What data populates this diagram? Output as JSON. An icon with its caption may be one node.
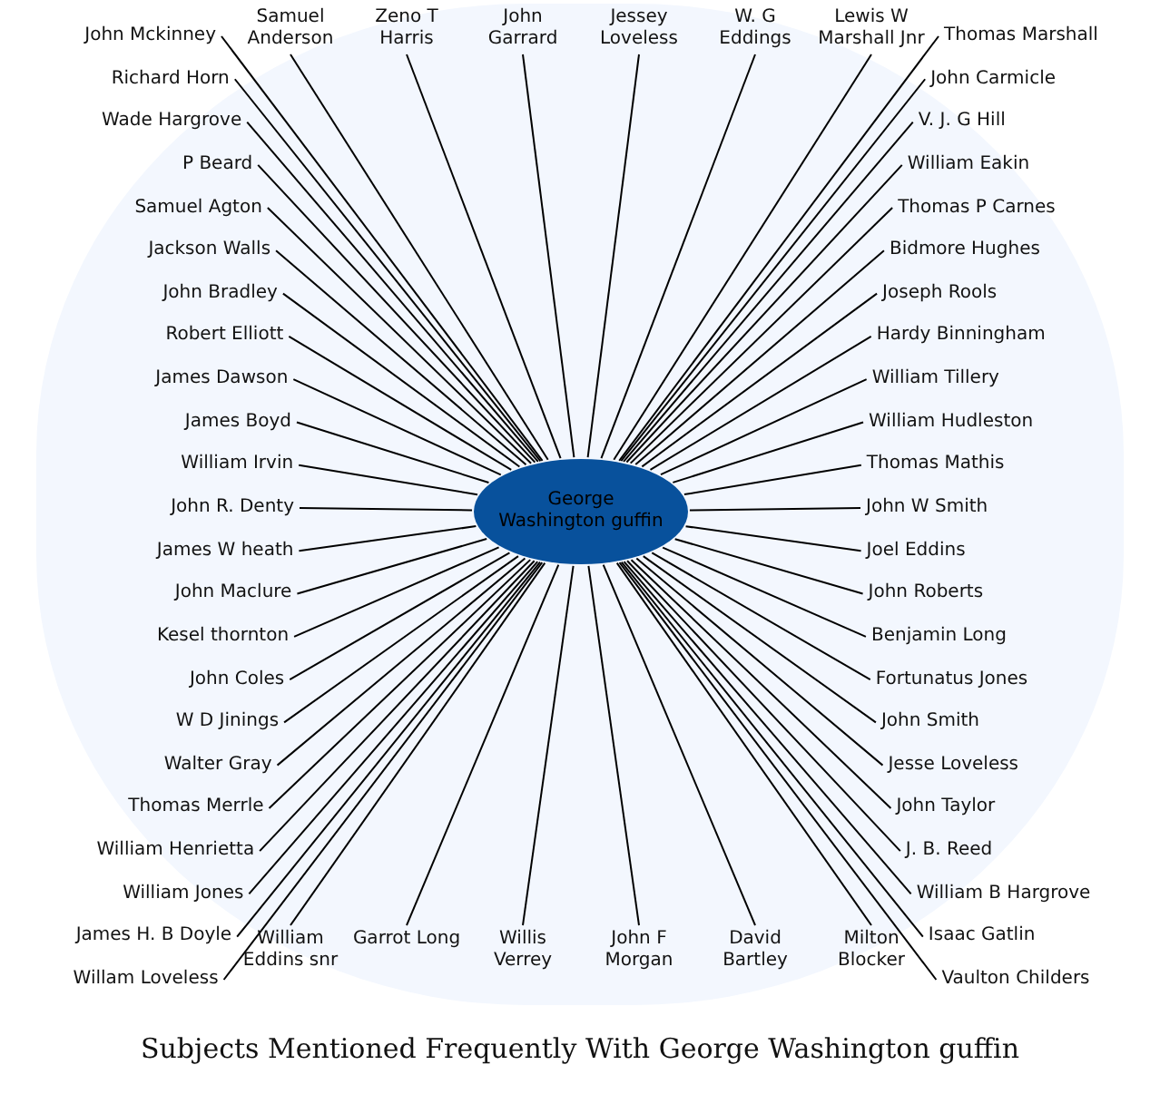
{
  "diagram": {
    "title": "Subjects Mentioned Frequently With George Washington guffin",
    "nodes": [
      {
        "text": [
          "George Washington guffin"
        ]
      },
      {
        "text": [
          "Samuel Anderson"
        ]
      },
      {
        "text": [
          "Zeno T Harris"
        ]
      },
      {
        "text": [
          "John Garrard"
        ]
      },
      {
        "text": [
          "Jessey Loveless"
        ]
      },
      {
        "text": [
          "W. G Eddings"
        ]
      },
      {
        "text": [
          "Lewis W Marshall Jnr"
        ]
      },
      {
        "text": [
          "Thomas Marshall"
        ]
      },
      {
        "text": [
          "John Carmicle"
        ]
      },
      {
        "text": [
          "V. J. G Hill"
        ]
      },
      {
        "text": [
          "William Eakin"
        ]
      },
      {
        "text": [
          "Thomas P Carnes"
        ]
      },
      {
        "text": [
          "Bidmore Hughes"
        ]
      },
      {
        "text": [
          "Joseph Rools"
        ]
      },
      {
        "text": [
          "Hardy Binningham"
        ]
      },
      {
        "text": [
          "William Tillery"
        ]
      },
      {
        "text": [
          "William Hudleston"
        ]
      },
      {
        "text": [
          "Thomas Mathis"
        ]
      },
      {
        "text": [
          "John W Smith"
        ]
      },
      {
        "text": [
          "Joel Eddins"
        ]
      },
      {
        "text": [
          "John Roberts"
        ]
      },
      {
        "text": [
          "Benjamin Long"
        ]
      },
      {
        "text": [
          "Fortunatus Jones"
        ]
      },
      {
        "text": [
          "John Smith"
        ]
      },
      {
        "text": [
          "Jesse Loveless"
        ]
      },
      {
        "text": [
          "John Taylor"
        ]
      },
      {
        "text": [
          "J. B. Reed"
        ]
      },
      {
        "text": [
          "William B Hargrove"
        ]
      },
      {
        "text": [
          "Isaac Gatlin"
        ]
      },
      {
        "text": [
          "Vaulton Childers"
        ]
      },
      {
        "text": [
          "Milton Blocker"
        ]
      },
      {
        "text": [
          "David Bartley"
        ]
      },
      {
        "text": [
          "John F Morgan"
        ]
      },
      {
        "text": [
          "Willis Verrey"
        ]
      },
      {
        "text": [
          "Garrot Long"
        ]
      },
      {
        "text": [
          "William Eddins snr"
        ]
      },
      {
        "text": [
          "Willam Loveless"
        ]
      },
      {
        "text": [
          "James H. B Doyle"
        ]
      },
      {
        "text": [
          "William Jones"
        ]
      },
      {
        "text": [
          "William Henrietta"
        ]
      },
      {
        "text": [
          "Thomas Merrle"
        ]
      },
      {
        "text": [
          "Walter Gray"
        ]
      },
      {
        "text": [
          "W D Jinings"
        ]
      },
      {
        "text": [
          "John Coles"
        ]
      },
      {
        "text": [
          "Kesel thornton"
        ]
      },
      {
        "text": [
          "John Maclure"
        ]
      },
      {
        "text": [
          "James W heath"
        ]
      },
      {
        "text": [
          "John R. Denty"
        ]
      },
      {
        "text": [
          "William Irvin"
        ]
      },
      {
        "text": [
          "James Boyd"
        ]
      },
      {
        "text": [
          "James Dawson"
        ]
      },
      {
        "text": [
          "Robert Elliott"
        ]
      },
      {
        "text": [
          "John Bradley"
        ]
      },
      {
        "text": [
          "Jackson Walls"
        ]
      },
      {
        "text": [
          "Samuel Agton"
        ]
      },
      {
        "text": [
          "P Beard"
        ]
      },
      {
        "text": [
          "Wade Hargrove"
        ]
      },
      {
        "text": [
          "Richard Horn"
        ]
      },
      {
        "text": [
          "John Mckinney"
        ]
      }
    ],
    "edges": [
      {
        "from": 0,
        "to": 1,
        "arrow": "none"
      },
      {
        "from": 0,
        "to": 2,
        "arrow": "none"
      },
      {
        "from": 0,
        "to": 3,
        "arrow": "none"
      },
      {
        "from": 0,
        "to": 4,
        "arrow": "none"
      },
      {
        "from": 0,
        "to": 5,
        "arrow": "none"
      },
      {
        "from": 0,
        "to": 6,
        "arrow": "none"
      },
      {
        "from": 0,
        "to": 7,
        "arrow": "none"
      },
      {
        "from": 0,
        "to": 8,
        "arrow": "none"
      },
      {
        "from": 0,
        "to": 9,
        "arrow": "none"
      },
      {
        "from": 0,
        "to": 10,
        "arrow": "none"
      },
      {
        "from": 0,
        "to": 11,
        "arrow": "none"
      },
      {
        "from": 0,
        "to": 12,
        "arrow": "none"
      },
      {
        "from": 0,
        "to": 13,
        "arrow": "none"
      },
      {
        "from": 0,
        "to": 14,
        "arrow": "none"
      },
      {
        "from": 0,
        "to": 15,
        "arrow": "none"
      },
      {
        "from": 0,
        "to": 16,
        "arrow": "none"
      },
      {
        "from": 0,
        "to": 17,
        "arrow": "none"
      },
      {
        "from": 0,
        "to": 18,
        "arrow": "none"
      },
      {
        "from": 0,
        "to": 19,
        "arrow": "none"
      },
      {
        "from": 0,
        "to": 20,
        "arrow": "none"
      },
      {
        "from": 0,
        "to": 21,
        "arrow": "none"
      },
      {
        "from": 0,
        "to": 22,
        "arrow": "none"
      },
      {
        "from": 0,
        "to": 23,
        "arrow": "none"
      },
      {
        "from": 0,
        "to": 24,
        "arrow": "none"
      },
      {
        "from": 0,
        "to": 25,
        "arrow": "none"
      },
      {
        "from": 0,
        "to": 26,
        "arrow": "none"
      },
      {
        "from": 0,
        "to": 27,
        "arrow": "none"
      },
      {
        "from": 0,
        "to": 28,
        "arrow": "none"
      },
      {
        "from": 0,
        "to": 29,
        "arrow": "none"
      },
      {
        "from": 0,
        "to": 30,
        "arrow": "none"
      },
      {
        "from": 0,
        "to": 31,
        "arrow": "none"
      },
      {
        "from": 0,
        "to": 32,
        "arrow": "none"
      },
      {
        "from": 0,
        "to": 33,
        "arrow": "none"
      },
      {
        "from": 0,
        "to": 34,
        "arrow": "none"
      },
      {
        "from": 0,
        "to": 35,
        "arrow": "none"
      },
      {
        "from": 0,
        "to": 36,
        "arrow": "none"
      },
      {
        "from": 0,
        "to": 37,
        "arrow": "none"
      },
      {
        "from": 0,
        "to": 38,
        "arrow": "none"
      },
      {
        "from": 0,
        "to": 39,
        "arrow": "none"
      },
      {
        "from": 0,
        "to": 40,
        "arrow": "none"
      },
      {
        "from": 0,
        "to": 41,
        "arrow": "none"
      },
      {
        "from": 0,
        "to": 42,
        "arrow": "none"
      },
      {
        "from": 0,
        "to": 43,
        "arrow": "none"
      },
      {
        "from": 0,
        "to": 44,
        "arrow": "none"
      },
      {
        "from": 0,
        "to": 45,
        "arrow": "none"
      },
      {
        "from": 0,
        "to": 46,
        "arrow": "none"
      },
      {
        "from": 0,
        "to": 47,
        "arrow": "none"
      },
      {
        "from": 0,
        "to": 48,
        "arrow": "none"
      },
      {
        "from": 0,
        "to": 49,
        "arrow": "none"
      },
      {
        "from": 0,
        "to": 50,
        "arrow": "none"
      },
      {
        "from": 0,
        "to": 51,
        "arrow": "none"
      },
      {
        "from": 0,
        "to": 52,
        "arrow": "none"
      },
      {
        "from": 0,
        "to": 53,
        "arrow": "none"
      },
      {
        "from": 0,
        "to": 54,
        "arrow": "none"
      },
      {
        "from": 0,
        "to": 55,
        "arrow": "none"
      },
      {
        "from": 0,
        "to": 56,
        "arrow": "none"
      },
      {
        "from": 0,
        "to": 57,
        "arrow": "none"
      },
      {
        "from": 0,
        "to": 58,
        "arrow": "none"
      }
    ]
  }
}
